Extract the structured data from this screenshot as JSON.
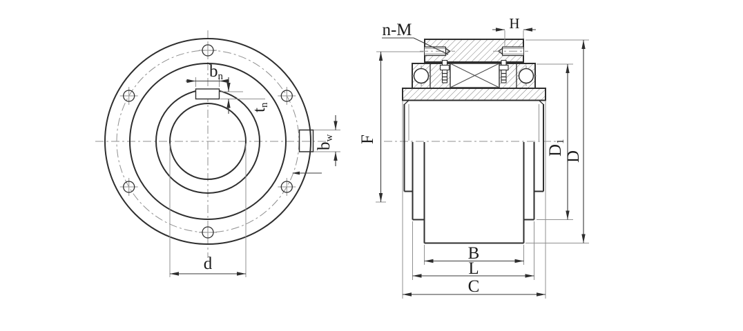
{
  "front_view": {
    "bore_dim": "d",
    "keyway_width": {
      "base": "b",
      "sub": "n"
    },
    "keyway_depth": {
      "base": "t",
      "sub": "n"
    },
    "slot_width": {
      "base": "b",
      "sub": "w"
    }
  },
  "side_view": {
    "thread_callout": "n-M",
    "thread_depth": "H",
    "height_dim": "F",
    "inner_dia": {
      "base": "D",
      "sub": "1"
    },
    "outer_dia": "D",
    "width_inner": "B",
    "width_mid": "L",
    "width_overall": "C"
  },
  "colors": {
    "line": "#2e2e2e",
    "thin_line": "#8f8f8f",
    "background": "#ffffff"
  }
}
